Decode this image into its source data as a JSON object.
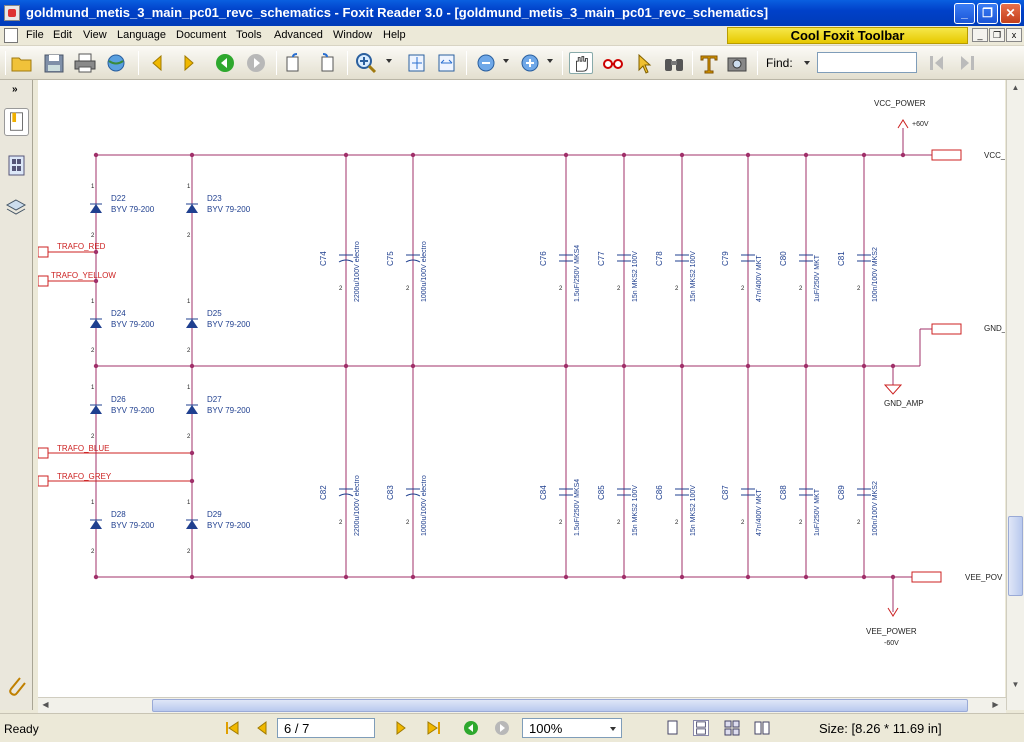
{
  "window": {
    "title": "goldmund_metis_3_main_pc01_revc_schematics - Foxit Reader 3.0 - [goldmund_metis_3_main_pc01_revc_schematics]",
    "minimize": "_",
    "restore": "❐",
    "close": "✕"
  },
  "menu": [
    "File",
    "Edit",
    "View",
    "Language",
    "Document",
    "Tools",
    "Advanced",
    "Window",
    "Help"
  ],
  "banner": "Cool Foxit Toolbar",
  "mdi": {
    "minimize": "_",
    "restore": "❐",
    "close": "x"
  },
  "toolbar": {
    "find_label": "Find:",
    "find_value": ""
  },
  "status": {
    "ready": "Ready",
    "page": "6 / 7",
    "zoom": "100%",
    "size": "Size: [8.26 * 11.69 in]"
  },
  "colors": {
    "wire": "#a0306a",
    "net": "#cc2222",
    "part": "#1f3f8f"
  },
  "schematic": {
    "nets": {
      "vcc_power": "VCC_POWER",
      "vcc_volt": "+60V",
      "vcc": "VCC_",
      "gnd": "GND_",
      "gnd_amp": "GND_AMP",
      "vee": "VEE_POV",
      "vee_power": "VEE_POWER",
      "vee_volt": "-60V"
    },
    "trafo": [
      "TRAFO_RED",
      "TRAFO_YELLOW",
      "TRAFO_BLUE",
      "TRAFO_GREY"
    ],
    "pin1": "1",
    "pin2": "2",
    "diode_value": "BYV 79-200",
    "diodes": [
      "D22",
      "D23",
      "D24",
      "D25",
      "D26",
      "D27",
      "D28",
      "D29"
    ],
    "caps_top": [
      {
        "ref": "C74",
        "value": "2200u/100V electro"
      },
      {
        "ref": "C75",
        "value": "1000u/100V electro"
      },
      {
        "ref": "C76",
        "value": "1.5uF/250V MKS4"
      },
      {
        "ref": "C77",
        "value": "15n MKS2 100V"
      },
      {
        "ref": "C78",
        "value": "15n MKS2 100V"
      },
      {
        "ref": "C79",
        "value": "47n/400V MKT"
      },
      {
        "ref": "C80",
        "value": "1uF/250V MKT"
      },
      {
        "ref": "C81",
        "value": "100n/100V MKS2"
      }
    ],
    "caps_bottom": [
      {
        "ref": "C82",
        "value": "2200u/100V electro"
      },
      {
        "ref": "C83",
        "value": "1000u/100V electro"
      },
      {
        "ref": "C84",
        "value": "1.5uF/250V MKS4"
      },
      {
        "ref": "C85",
        "value": "15n MKS2 100V"
      },
      {
        "ref": "C86",
        "value": "15n MKS2 100V"
      },
      {
        "ref": "C87",
        "value": "47n/400V MKT"
      },
      {
        "ref": "C88",
        "value": "1uF/250V MKT"
      },
      {
        "ref": "C89",
        "value": "100n/100V MKS2"
      }
    ]
  }
}
